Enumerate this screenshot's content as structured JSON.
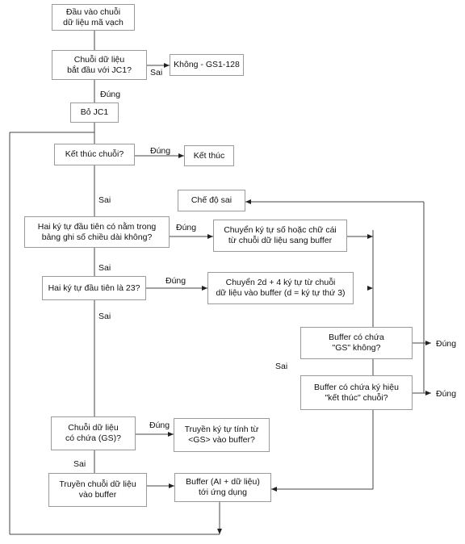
{
  "nodes": {
    "input_barcode": "Đầu vào chuỗi\ndữ liệu mã vạch",
    "starts_jc1": "Chuỗi dữ liệu\nbắt đầu với JC1?",
    "not_gs1": "Không - GS1-128",
    "drop_jc1": "Bỏ JC1",
    "end_of_string": "Kết thúc chuỗi?",
    "finish": "Kết thúc",
    "error_mode": "Chế độ sai",
    "first_two_in_table": "Hai ký tự đầu tiên có nằm trong\nbảng ghi số chiều dài không?",
    "move_chars_buffer": "Chuyển ký tự số hoặc chữ cái\ntừ chuỗi dữ liệu sang buffer",
    "first_two_23": "Hai ký tự đầu tiên là 23?",
    "move_2d4": "Chuyển 2d + 4 ký tự từ chuỗi\ndữ liệu vào buffer (d = ký tự thứ 3)",
    "buffer_gs": "Buffer có chứa\n\"GS\" không?",
    "buffer_end": "Buffer có chứa ký hiệu\n\"kết thúc\" chuỗi?",
    "contains_gs": "Chuỗi dữ liệu\ncó chứa (GS)?",
    "transfer_from_gs": "Truyền ký tự tính từ\n<GS> vào buffer?",
    "transfer_string": "Truyền chuỗi dữ liệu\nvào buffer",
    "buffer_app": "Buffer (AI + dữ liệu)\ntới ứng dụng"
  },
  "labels": {
    "sai_1": "Sai",
    "dung_1": "Đúng",
    "dung_2": "Đúng",
    "sai_2": "Sai",
    "dung_3": "Đúng",
    "sai_3": "Sai",
    "dung_4": "Đúng",
    "sai_4": "Sai",
    "sai_5": "Sai",
    "dung_gs": "Đúng",
    "dung_end": "Đúng",
    "dung_5": "Đúng",
    "sai_6": "Sai"
  }
}
